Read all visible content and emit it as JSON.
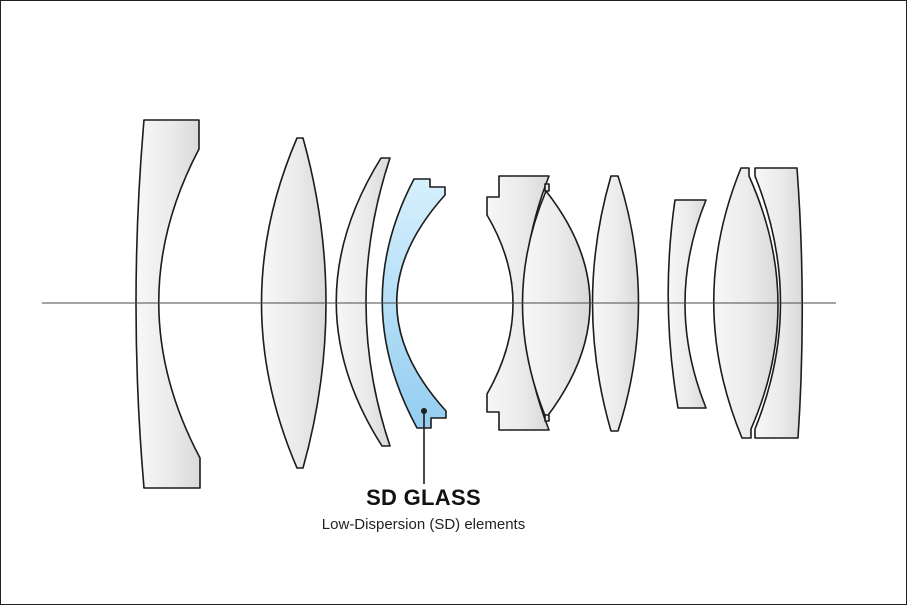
{
  "callout": {
    "title": "SD GLASS",
    "subtitle": "Low-Dispersion (SD) elements"
  },
  "colors": {
    "standard_glass": "#eeeeee",
    "sd_glass": "#a9dcf6",
    "outline": "#1c1c1c",
    "axis": "#4a4a4a"
  },
  "elements": [
    {
      "id": "element-1",
      "type": "negative-meniscus",
      "glass": "standard"
    },
    {
      "id": "element-2",
      "type": "biconvex",
      "glass": "standard"
    },
    {
      "id": "element-3",
      "type": "positive-meniscus",
      "glass": "standard"
    },
    {
      "id": "element-4",
      "type": "negative-meniscus",
      "glass": "sd"
    },
    {
      "id": "element-5",
      "type": "cemented-doublet-negative",
      "glass": "standard"
    },
    {
      "id": "element-6",
      "type": "cemented-doublet-positive",
      "glass": "standard"
    },
    {
      "id": "element-7",
      "type": "biconvex",
      "glass": "standard"
    },
    {
      "id": "element-8",
      "type": "biconcave",
      "glass": "standard"
    },
    {
      "id": "element-9",
      "type": "biconvex",
      "glass": "standard"
    },
    {
      "id": "element-10",
      "type": "meniscus",
      "glass": "standard"
    }
  ]
}
